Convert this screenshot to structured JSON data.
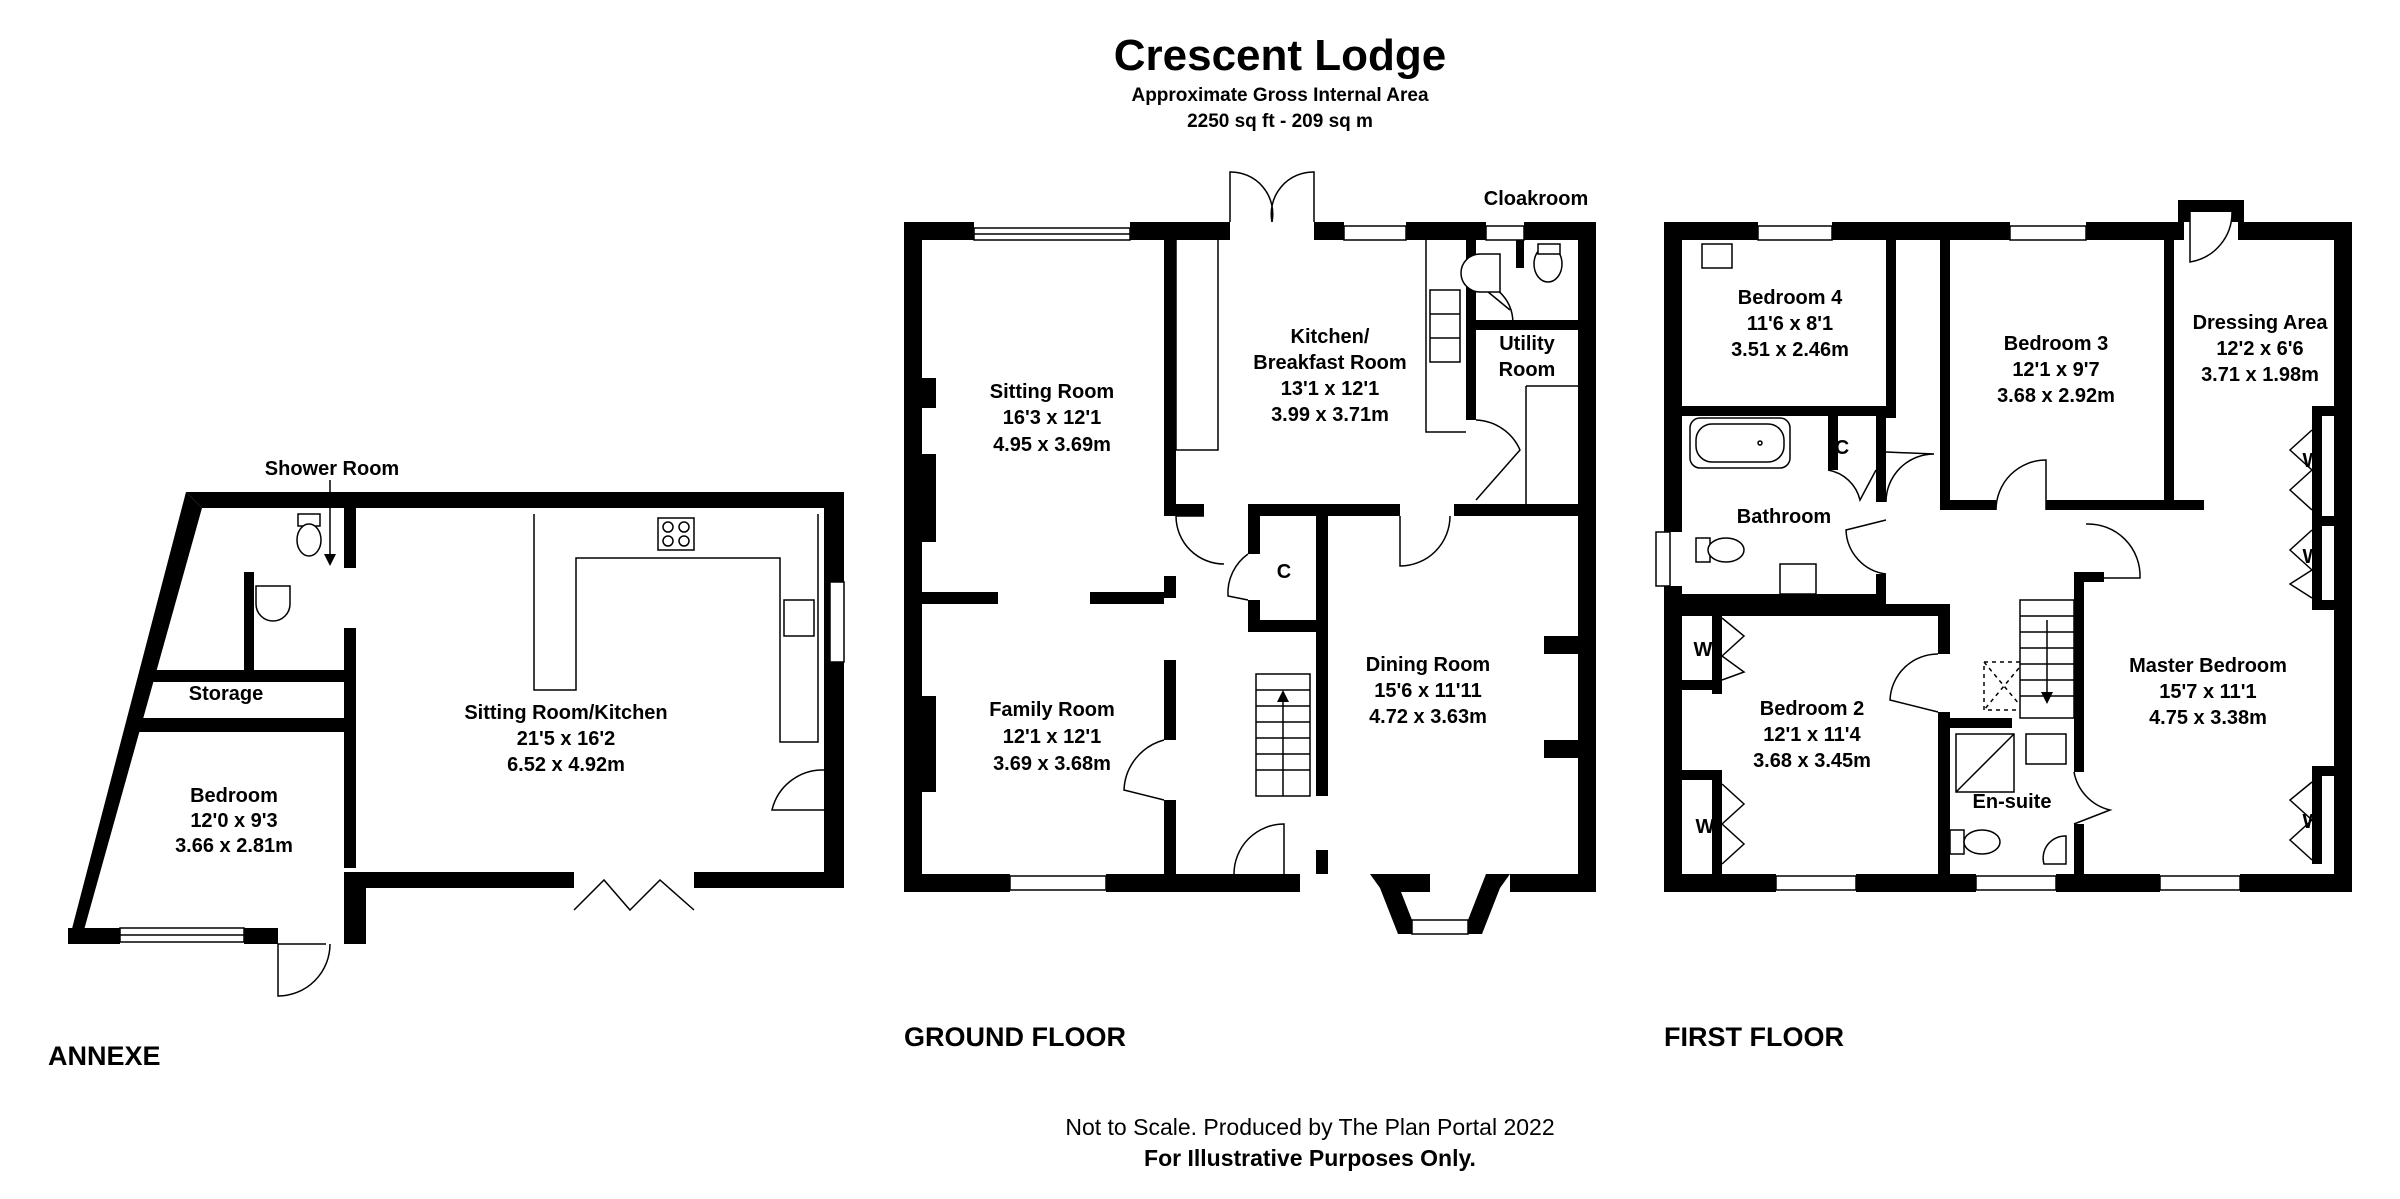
{
  "header": {
    "title": "Crescent Lodge",
    "subtitle": "Approximate Gross Internal Area",
    "area": "2250 sq ft - 209 sq m"
  },
  "annexe": {
    "label": "ANNEXE",
    "rooms": {
      "shower_room": {
        "name": "Shower Room"
      },
      "storage": {
        "name": "Storage"
      },
      "bedroom": {
        "name": "Bedroom",
        "imperial": "12'0 x 9'3",
        "metric": "3.66 x 2.81m"
      },
      "sitting_kitchen": {
        "name": "Sitting Room/Kitchen",
        "imperial": "21'5 x 16'2",
        "metric": "6.52 x 4.92m"
      }
    }
  },
  "ground_floor": {
    "label": "GROUND FLOOR",
    "rooms": {
      "sitting_room": {
        "name": "Sitting Room",
        "imperial": "16'3 x 12'1",
        "metric": "4.95 x 3.69m"
      },
      "family_room": {
        "name": "Family Room",
        "imperial": "12'1 x 12'1",
        "metric": "3.69 x 3.68m"
      },
      "kitchen": {
        "name_line1": "Kitchen/",
        "name_line2": "Breakfast Room",
        "imperial": "13'1 x 12'1",
        "metric": "3.99 x 3.71m"
      },
      "cloakroom": {
        "name": "Cloakroom"
      },
      "utility": {
        "name_line1": "Utility",
        "name_line2": "Room"
      },
      "cupboard": {
        "name": "C"
      },
      "dining_room": {
        "name": "Dining Room",
        "imperial": "15'6 x 11'11",
        "metric": "4.72 x 3.63m"
      }
    }
  },
  "first_floor": {
    "label": "FIRST FLOOR",
    "rooms": {
      "bedroom4": {
        "name": "Bedroom 4",
        "imperial": "11'6 x 8'1",
        "metric": "3.51 x 2.46m"
      },
      "bedroom3": {
        "name": "Bedroom 3",
        "imperial": "12'1 x 9'7",
        "metric": "3.68 x 2.92m"
      },
      "dressing": {
        "name": "Dressing Area",
        "imperial": "12'2 x 6'6",
        "metric": "3.71 x 1.98m"
      },
      "bathroom": {
        "name": "Bathroom"
      },
      "cupboard": {
        "name": "C"
      },
      "bedroom2": {
        "name": "Bedroom 2",
        "imperial": "12'1 x 11'4",
        "metric": "3.68 x 3.45m"
      },
      "ensuite": {
        "name": "En-suite"
      },
      "master": {
        "name": "Master Bedroom",
        "imperial": "15'7 x 11'1",
        "metric": "4.75 x 3.38m"
      },
      "wardrobe": {
        "name": "W"
      }
    }
  },
  "footer": {
    "line1": "Not to Scale. Produced by The Plan Portal 2022",
    "line2": "For Illustrative Purposes Only."
  }
}
